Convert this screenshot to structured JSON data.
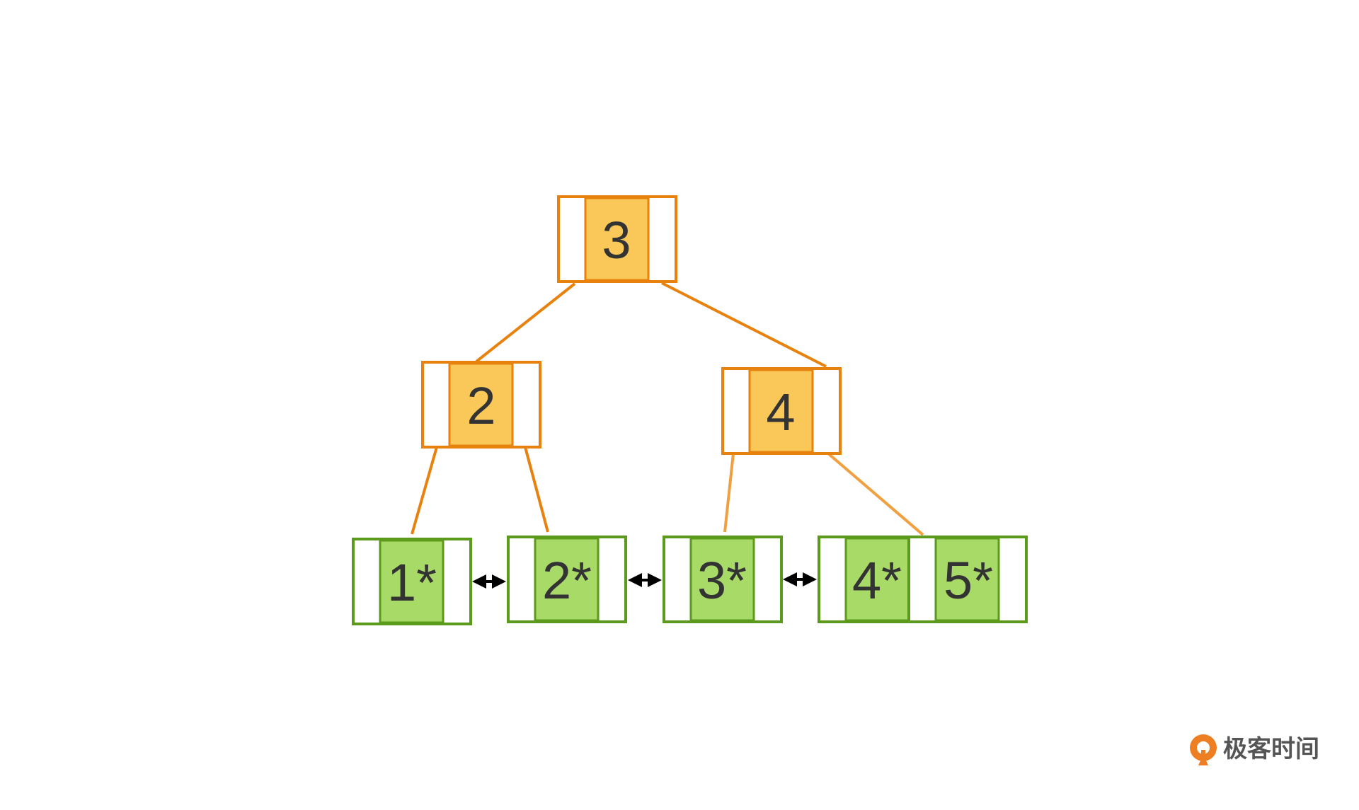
{
  "diagram": {
    "internal_nodes": [
      {
        "id": "root",
        "label": "3"
      },
      {
        "id": "left",
        "label": "2"
      },
      {
        "id": "right",
        "label": "4"
      }
    ],
    "leaf_nodes": [
      {
        "id": "leaf1",
        "label": "1*"
      },
      {
        "id": "leaf2",
        "label": "2*"
      },
      {
        "id": "leaf3",
        "label": "3*"
      },
      {
        "id": "leaf4",
        "label": "4*"
      },
      {
        "id": "leaf5",
        "label": "5*"
      }
    ]
  },
  "brand": {
    "text": "极客时间"
  },
  "colors": {
    "internal_border": "#E8820E",
    "internal_fill": "#FAC858",
    "leaf_border": "#5C9A1C",
    "leaf_fill": "#A8DA68",
    "edge_dark": "#E8820E",
    "edge_light": "#F0A040",
    "arrow": "#000000",
    "brand_orange": "#EE7E22"
  }
}
